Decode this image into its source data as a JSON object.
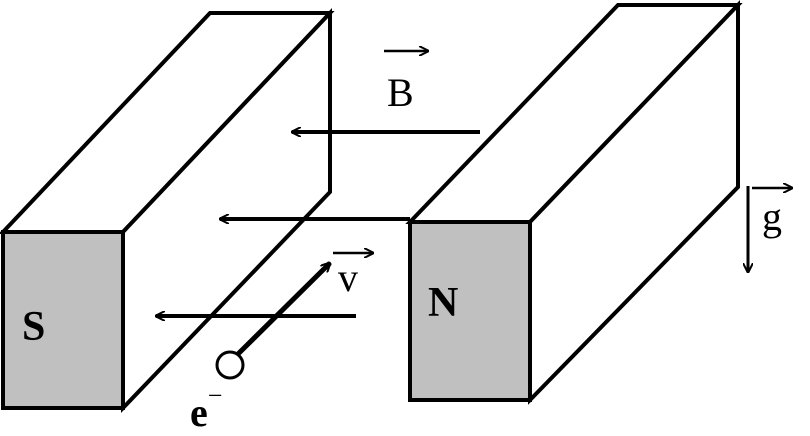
{
  "magnets": {
    "south_label": "S",
    "north_label": "N",
    "face_color": "#c0c0c0",
    "outline_color": "#000000"
  },
  "vectors": {
    "magnetic_field_label": "B",
    "velocity_label": "v",
    "gravity_label": "g"
  },
  "particle": {
    "label": "e",
    "charge_sign": "−"
  }
}
